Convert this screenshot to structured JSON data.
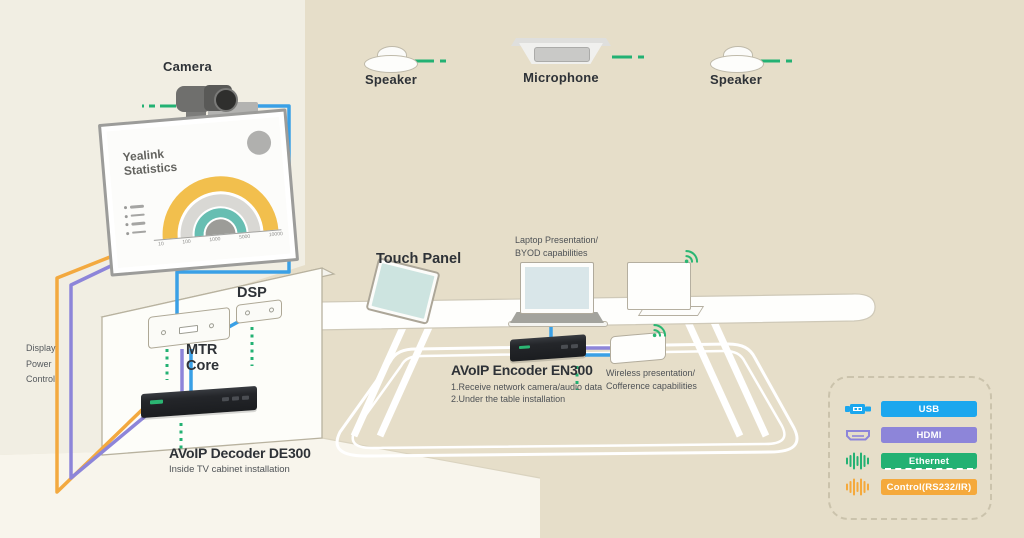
{
  "colors": {
    "usb": "#1BA7EE",
    "hdmi": "#8D85D9",
    "ethernet": "#23B173",
    "control": "#F5A93B",
    "wall_left": "#F1EEE3",
    "wall_right": "#E6DEC9",
    "floor": "#F8F5EC"
  },
  "ceiling": {
    "speaker_left_label": "Speaker",
    "microphone_label": "Microphone",
    "speaker_right_label": "Speaker"
  },
  "display_wall": {
    "camera_label": "Camera",
    "tv": {
      "title_line1": "Yealink",
      "title_line2": "Statistics",
      "chart": {
        "type": "area",
        "x_ticks": [
          "10",
          "100",
          "1000",
          "5000",
          "10000"
        ],
        "rings": [
          {
            "color": "#F2BF4D"
          },
          {
            "color": "#D9D8D4"
          },
          {
            "color": "#67BEB2"
          },
          {
            "color": "#9C9C98"
          }
        ],
        "legend_bullet_rows": 4
      }
    },
    "control_lines": [
      "Display",
      "Power",
      "Control"
    ],
    "mtr_line1": "MTR",
    "mtr_line2": "Core",
    "dsp_label": "DSP",
    "decoder_title": "AVoIP Decoder DE300",
    "decoder_note": "Inside TV cabinet installation"
  },
  "table_area": {
    "touch_panel_label": "Touch Panel",
    "laptop_note1": "Laptop Presentation/",
    "laptop_note2": "BYOD capabilities",
    "encoder_title": "AVoIP Encoder EN300",
    "encoder_note1": "1.Receive network camera/audio data",
    "encoder_note2": "2.Under the table installation",
    "wireless_note1": "Wireless presentation/",
    "wireless_note2": "Cofference capabilities"
  },
  "legend": {
    "items": [
      {
        "label": "USB",
        "color": "#1BA7EE",
        "line_style": "solid"
      },
      {
        "label": "HDMI",
        "color": "#8D85D9",
        "line_style": "solid"
      },
      {
        "label": "Ethernet",
        "color": "#23B173",
        "line_style": "dashed"
      },
      {
        "label": "Control(RS232/IR)",
        "color": "#F5A93B",
        "line_style": "solid"
      }
    ]
  }
}
